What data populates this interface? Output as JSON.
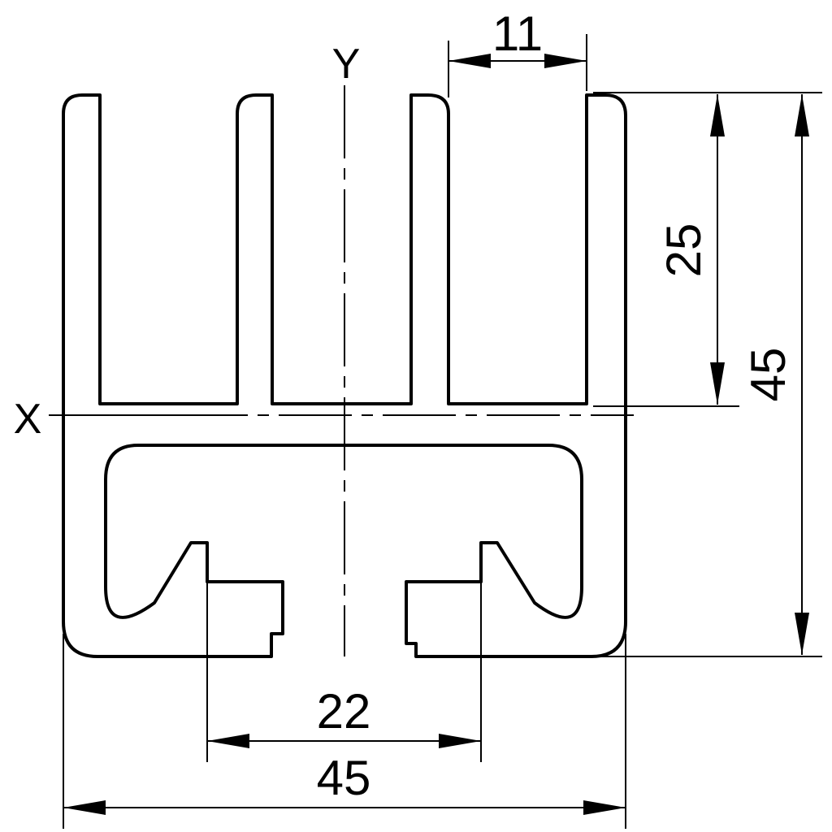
{
  "axes": {
    "x_label": "X",
    "y_label": "Y"
  },
  "dimensions": {
    "slot_width": "11",
    "fin_height": "25",
    "total_height": "45",
    "slot_opening": "22",
    "total_width": "45"
  },
  "colors": {
    "line": "#000000",
    "background": "#ffffff"
  }
}
